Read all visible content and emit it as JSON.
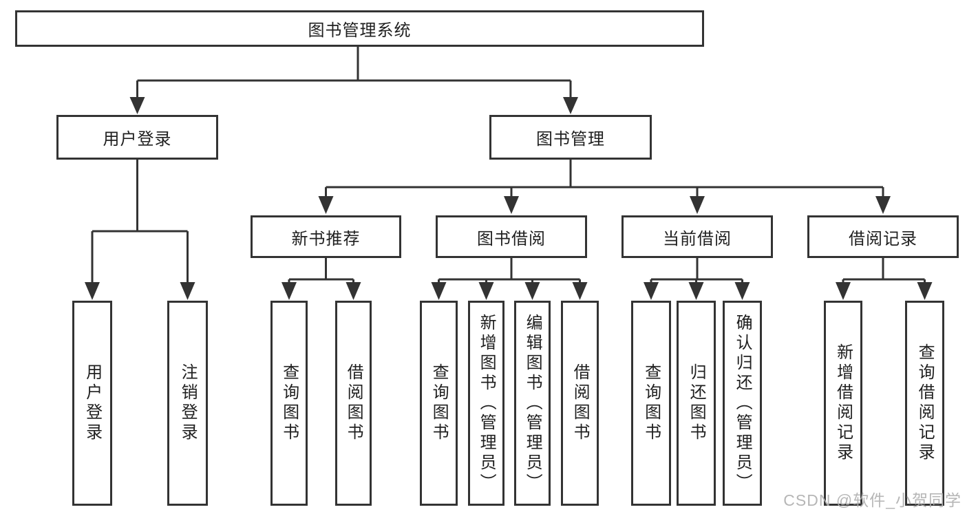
{
  "diagram": {
    "root": {
      "label": "图书管理系统"
    },
    "login_branch": {
      "label": "用户登录",
      "children": [
        {
          "label": "用户登录"
        },
        {
          "label": "注销登录"
        }
      ]
    },
    "mgmt_branch": {
      "label": "图书管理",
      "sections": [
        {
          "label": "新书推荐",
          "children": [
            {
              "label": "查询图书"
            },
            {
              "label": "借阅图书"
            }
          ]
        },
        {
          "label": "图书借阅",
          "children": [
            {
              "label": "查询图书"
            },
            {
              "label": "新增图书（管理员）"
            },
            {
              "label": "编辑图书（管理员）"
            },
            {
              "label": "借阅图书"
            }
          ]
        },
        {
          "label": "当前借阅",
          "children": [
            {
              "label": "查询图书"
            },
            {
              "label": "归还图书"
            },
            {
              "label": "确认归还（管理员）"
            }
          ]
        },
        {
          "label": "借阅记录",
          "children": [
            {
              "label": "新增借阅记录"
            },
            {
              "label": "查询借阅记录"
            }
          ]
        }
      ]
    },
    "watermark": {
      "text": "CSDN @软件_小贺同学"
    },
    "colors": {
      "line": "#333333",
      "border": "#333333",
      "text": "#1f1f1f",
      "background": "#ffffff",
      "watermark": "#b0b0b0"
    }
  }
}
